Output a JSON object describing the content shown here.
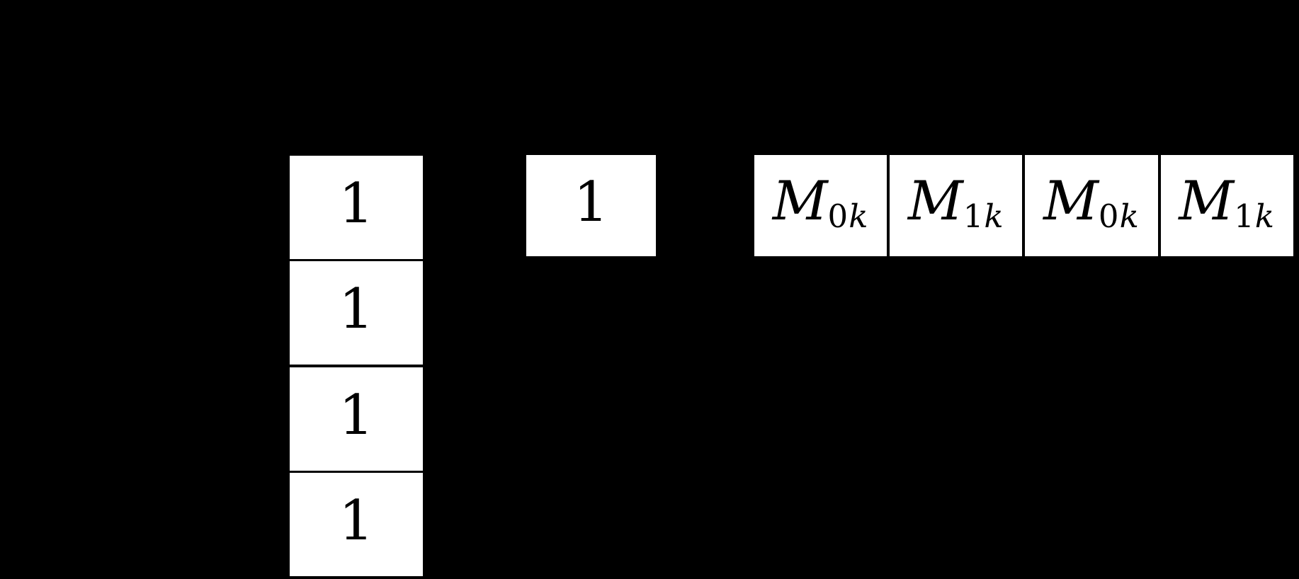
{
  "figure": {
    "background_color": "#000000",
    "cell_color": "#ffffff",
    "text_color": "#000000",
    "column_vector": {
      "cells": [
        "1",
        "1",
        "1",
        "1"
      ]
    },
    "scalar_cell": {
      "value": "1"
    },
    "row_vector": {
      "cells": [
        {
          "base": "M",
          "sub_digit": "0",
          "sub_var": "k"
        },
        {
          "base": "M",
          "sub_digit": "1",
          "sub_var": "k"
        },
        {
          "base": "M",
          "sub_digit": "0",
          "sub_var": "k"
        },
        {
          "base": "M",
          "sub_digit": "1",
          "sub_var": "k"
        }
      ]
    }
  }
}
